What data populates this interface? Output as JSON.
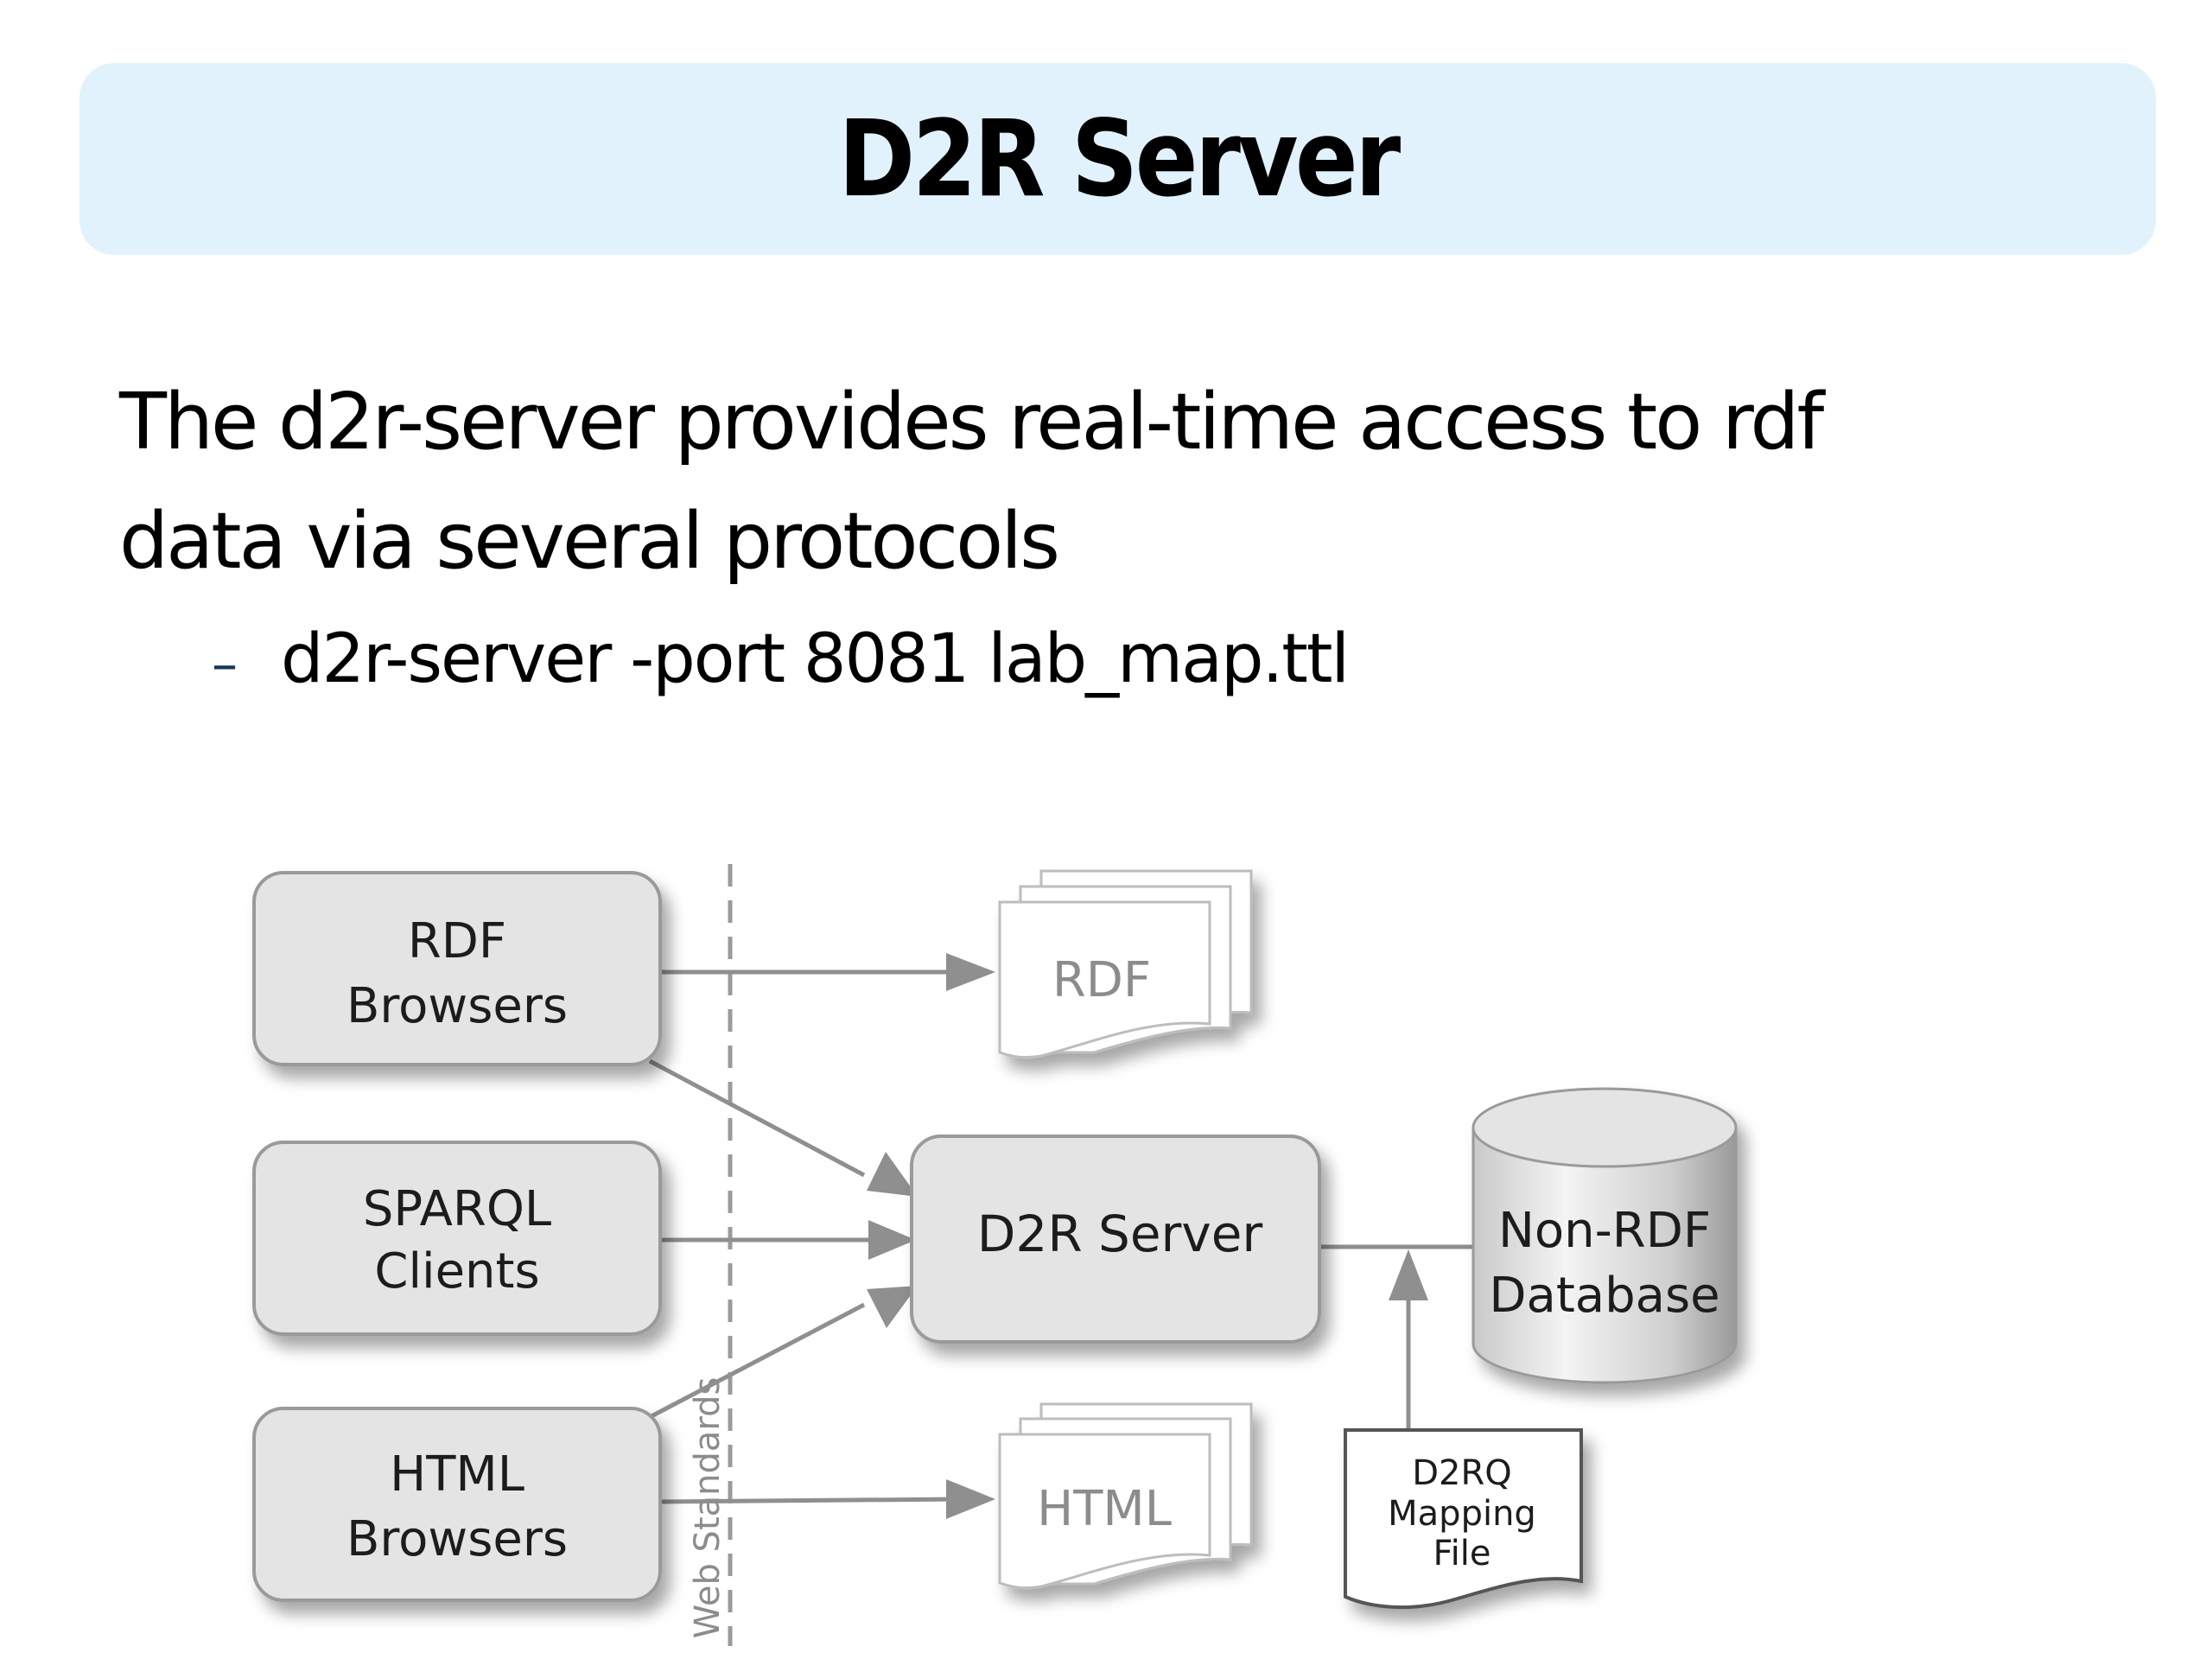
{
  "slide": {
    "title": "D2R Server",
    "body_line_1": "The d2r-server provides real-time access to rdf",
    "body_line_2": "data via several protocols",
    "sub_bullet_marker": "–",
    "sub_bullet": "d2r-server -port 8081 lab_map.ttl"
  },
  "colors": {
    "title_banner": "#e1f2fd",
    "bullet_dash": "#17365d",
    "node_fill": "#e4e4e4",
    "node_border": "#9a9a9a",
    "arrow": "#8f8f8f"
  },
  "diagram": {
    "separator_label": "Web Standards",
    "clients": [
      {
        "line1": "RDF",
        "line2": "Browsers"
      },
      {
        "line1": "SPARQL",
        "line2": "Clients"
      },
      {
        "line1": "HTML",
        "line2": "Browsers"
      }
    ],
    "server": "D2R Server",
    "outputs": {
      "rdf": "RDF",
      "html": "HTML"
    },
    "database": {
      "line1": "Non-RDF",
      "line2": "Database"
    },
    "mapping_file": {
      "line1": "D2RQ",
      "line2": "Mapping",
      "line3": "File"
    }
  }
}
